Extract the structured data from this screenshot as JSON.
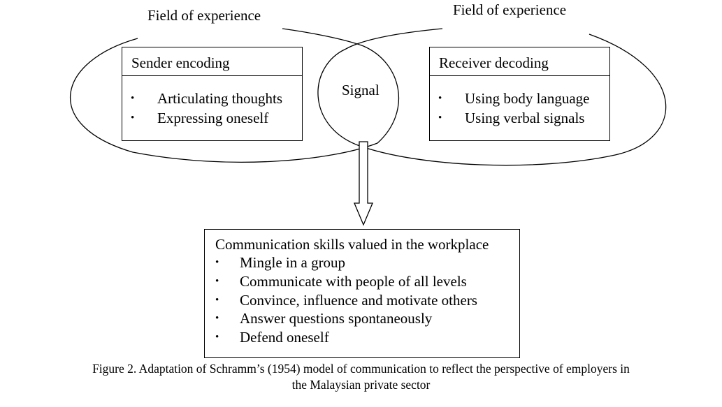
{
  "field_left": "Field of experience",
  "field_right": "Field of experience",
  "sender": {
    "title": "Sender encoding",
    "items": [
      "Articulating thoughts",
      "Expressing oneself"
    ]
  },
  "signal": "Signal",
  "receiver": {
    "title": "Receiver decoding",
    "items": [
      "Using body language",
      "Using verbal signals"
    ]
  },
  "skills": {
    "title": "Communication skills valued in the workplace",
    "items": [
      "Mingle in a group",
      "Communicate with people of all levels",
      "Convince, influence and motivate others",
      "Answer questions spontaneously",
      "Defend oneself"
    ]
  },
  "bullet_glyph": "•",
  "caption": {
    "line1": "Figure 2. Adaptation of Schramm’s (1954) model of communication to reflect the perspective of employers in",
    "line2": "the Malaysian private sector"
  }
}
